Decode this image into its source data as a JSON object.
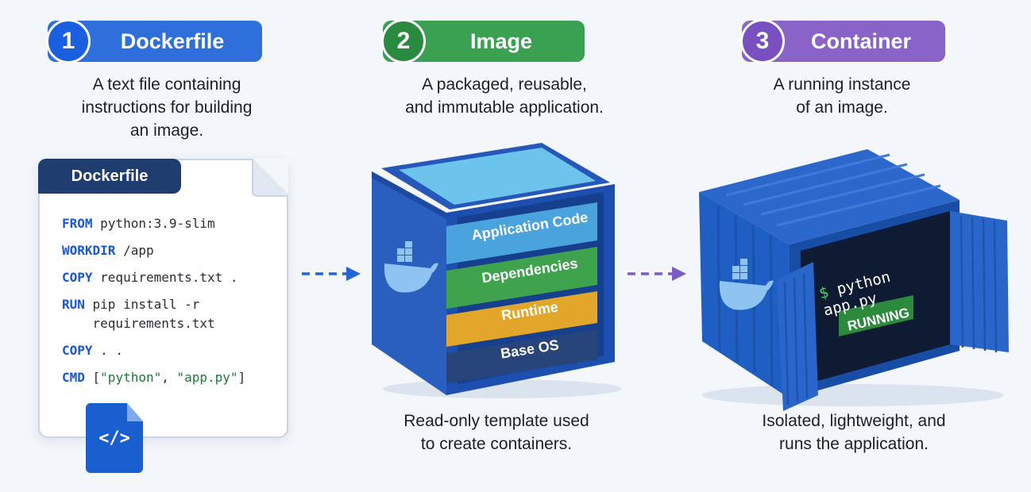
{
  "steps": [
    {
      "number": "1",
      "title": "Dockerfile",
      "color": "#2f6fdc",
      "num_color": "#1a5fe0",
      "description": "A text file containing\ninstructions for building\nan image."
    },
    {
      "number": "2",
      "title": "Image",
      "color": "#3aa052",
      "num_color": "#2a8a40",
      "description": "A packaged, reusable,\nand immutable application."
    },
    {
      "number": "3",
      "title": "Container",
      "color": "#8a63c9",
      "num_color": "#7a4fc0",
      "description": "A running instance\nof an image."
    }
  ],
  "dockerfile": {
    "tab_label": "Dockerfile",
    "lines": [
      {
        "kw": "FROM",
        "rest": " python:3.9-slim"
      },
      {
        "kw": "WORKDIR",
        "rest": " /app"
      },
      {
        "kw": "COPY",
        "rest": " requirements.txt ."
      },
      {
        "kw": "RUN",
        "rest": " pip install -r\n    requirements.txt"
      },
      {
        "kw": "COPY",
        "rest": " . ."
      },
      {
        "kw": "CMD",
        "rest": " [",
        "str1": "\"python\"",
        "mid": ", ",
        "str2": "\"app.py\"",
        "end": "]"
      }
    ],
    "icon_glyph": "</>"
  },
  "image": {
    "layers": [
      {
        "label": "Application Code",
        "color": "#4aa3dc"
      },
      {
        "label": "Dependencies",
        "color": "#3fa34d"
      },
      {
        "label": "Runtime",
        "color": "#e2a72a"
      },
      {
        "label": "Base OS",
        "color": "#27457a"
      }
    ],
    "caption": "Read-only template used\nto create containers."
  },
  "container": {
    "command": "$ python app.py",
    "status": "RUNNING",
    "caption": "Isolated, lightweight, and\nruns the application."
  },
  "colors": {
    "arrow_blue": "#2563d6",
    "arrow_purple": "#7d5cc6",
    "container_blue": "#1f5fc4"
  }
}
